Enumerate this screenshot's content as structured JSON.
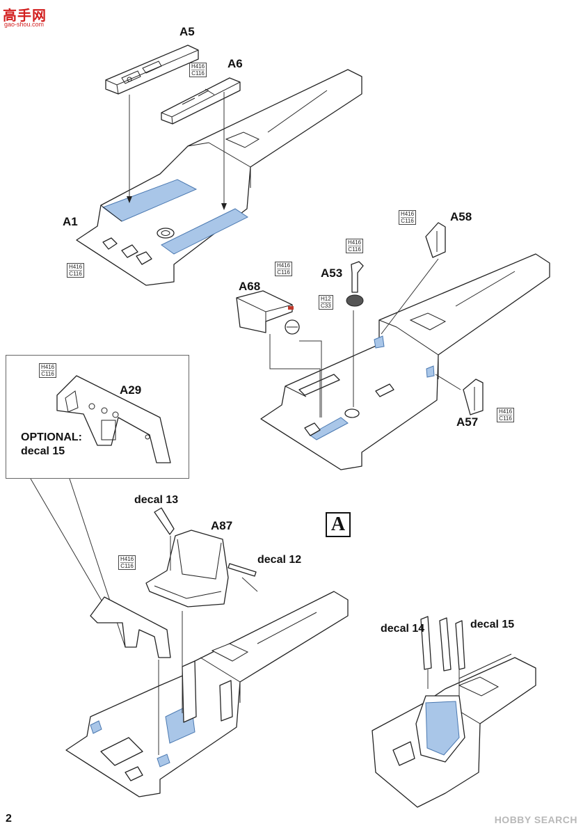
{
  "watermark": {
    "logo": "高手网",
    "sub": "gao-shou.com",
    "hobby": "HOBBY SEARCH"
  },
  "page_number": "2",
  "step_letter": "A",
  "colors": {
    "highlight": "#a9c6e8",
    "line": "#222222"
  },
  "paint_ref": "H416\nC116",
  "labels": {
    "a5": "A5",
    "a6": "A6",
    "a1": "A1",
    "a58": "A58",
    "a53": "A53",
    "a68": "A68",
    "a57": "A57",
    "a29": "A29",
    "a87": "A87",
    "decal13": "decal 13",
    "decal12": "decal 12",
    "decal14": "decal 14",
    "decal15": "decal 15",
    "optional_line1": "OPTIONAL:",
    "optional_line2": "decal 15"
  },
  "paint_refs": {
    "h416": "H416",
    "c116": "C116",
    "h12": "H12",
    "c33": "C33"
  }
}
